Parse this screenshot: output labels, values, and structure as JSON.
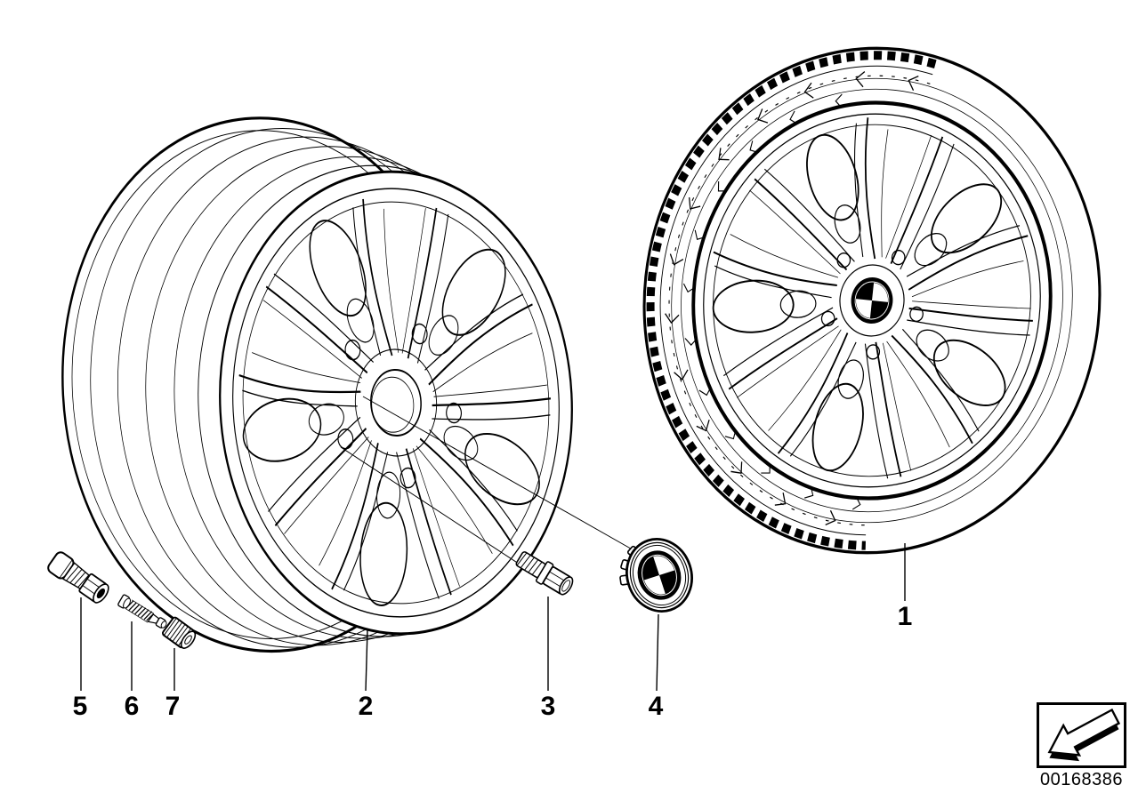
{
  "diagram": {
    "background_color": "#ffffff",
    "line_color": "#000000",
    "callouts": [
      {
        "label": "1"
      },
      {
        "label": "2"
      },
      {
        "label": "3"
      },
      {
        "label": "4"
      },
      {
        "label": "5"
      },
      {
        "label": "6"
      },
      {
        "label": "7"
      }
    ],
    "parts_pictured": {
      "wheel_with_tire": "1",
      "alloy_rim": "2",
      "wheel_bolt": "3",
      "hub_cap": "4",
      "valve": "5",
      "valve_insert": "6",
      "valve_cap": "7"
    },
    "footer": {
      "document_number": "00168386",
      "arrow_icon": "thick-arrow-down-left"
    }
  }
}
